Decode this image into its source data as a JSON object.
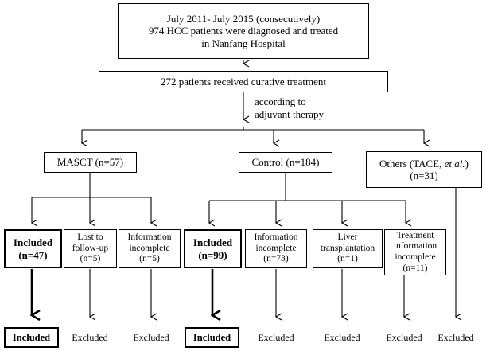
{
  "figure": {
    "type": "flowchart",
    "title": "Patient enrollment flow diagram",
    "accent_color": "#000000",
    "background_color": "#ffffff"
  },
  "nodes": {
    "source": {
      "line1": "July 2011- July 2015 (consecutively)",
      "line2": "974 HCC patients were diagnosed and treated",
      "line3": "in Nanfang Hospital"
    },
    "curative": {
      "label": "272 patients received curative treatment"
    },
    "split_note": {
      "line1": "according to",
      "line2": "adjuvant therapy"
    },
    "groups": [
      {
        "name": "masct",
        "label": "MASCT (n=57)",
        "count": 57
      },
      {
        "name": "control",
        "label": "Control (n=184)",
        "count": 184
      },
      {
        "name": "others",
        "label_pre": "Others (TACE, ",
        "label_italic": "et al.",
        "label_post": ")",
        "label_line2": "(n=31)",
        "count": 31
      }
    ],
    "outcomes": [
      {
        "name": "masct-included",
        "line1": "Included",
        "line2": "(n=47)",
        "count": 47,
        "bold": true
      },
      {
        "name": "masct-lost-to-followup",
        "line1": "Lost to",
        "line2": "follow-up",
        "line3": "(n=5)",
        "count": 5,
        "bold": false
      },
      {
        "name": "masct-information-incomplete",
        "line1": "Information",
        "line2": "incomplete",
        "line3": "(n=5)",
        "count": 5,
        "bold": false
      },
      {
        "name": "control-included",
        "line1": "Included",
        "line2": "(n=99)",
        "count": 99,
        "bold": true
      },
      {
        "name": "control-information-incomplete",
        "line1": "Information",
        "line2": "incomplete",
        "line3": "(n=73)",
        "count": 73,
        "bold": false
      },
      {
        "name": "control-liver-transplantation",
        "line1": "Liver",
        "line2": "transplantation",
        "line3": "(n=1)",
        "count": 1,
        "bold": false
      },
      {
        "name": "control-treatment-information-incomplete",
        "line1": "Treatment",
        "line2": "information",
        "line3": "incomplete",
        "line4": "(n=11)",
        "count": 11,
        "bold": false
      }
    ],
    "terminals": [
      {
        "name": "terminal-included-masct",
        "label": "Included",
        "boxed": true
      },
      {
        "name": "terminal-excluded-lost-followup",
        "label": "Excluded",
        "boxed": false
      },
      {
        "name": "terminal-excluded-masct-info",
        "label": "Excluded",
        "boxed": false
      },
      {
        "name": "terminal-included-control",
        "label": "Included",
        "boxed": true
      },
      {
        "name": "terminal-excluded-control-info",
        "label": "Excluded",
        "boxed": false
      },
      {
        "name": "terminal-excluded-liver-transplantation",
        "label": "Excluded",
        "boxed": false
      },
      {
        "name": "terminal-excluded-treatment-info",
        "label": "Excluded",
        "boxed": false
      },
      {
        "name": "terminal-excluded-others",
        "label": "Excluded",
        "boxed": false
      }
    ]
  }
}
